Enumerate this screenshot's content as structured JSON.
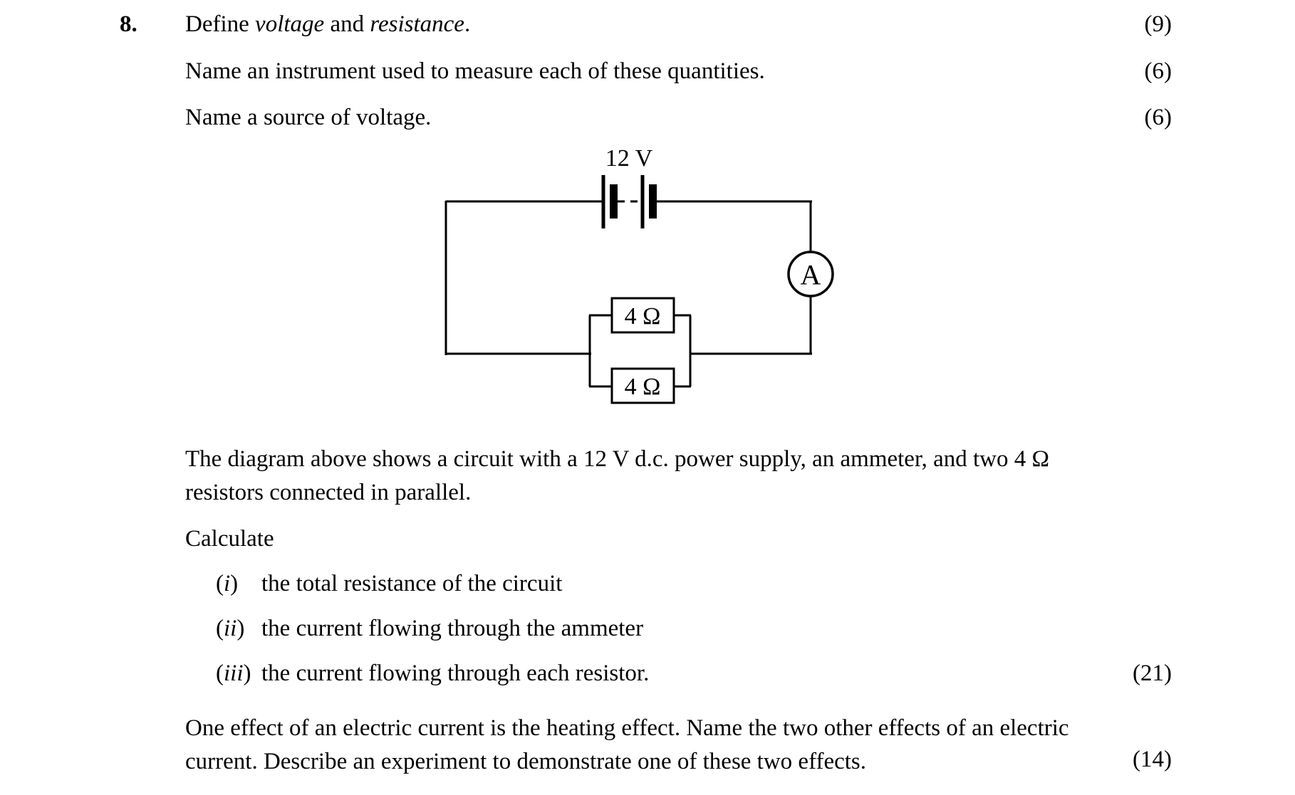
{
  "document": {
    "question_number": "8.",
    "prompts": {
      "p1": {
        "t1": "Define ",
        "i1": "voltage",
        "t2": " and ",
        "i2": "resistance",
        "t3": ".",
        "marks": "(9)"
      },
      "p2": {
        "text": "Name an instrument used to measure each of these quantities.",
        "marks": "(6)"
      },
      "p3": {
        "text": "Name a source of voltage.",
        "marks": "(6)"
      }
    },
    "circuit": {
      "supply_label": "12 V",
      "ammeter_label": "A",
      "resistor_top_label": "4 Ω",
      "resistor_bottom_label": "4 Ω"
    },
    "description": {
      "line1": "The diagram above shows a circuit with a 12 V d.c. power supply, an ammeter, and two 4 Ω",
      "line2": "resistors connected in parallel."
    },
    "calculate_heading": "Calculate",
    "items": [
      {
        "open": "(",
        "num": "i",
        "close": ")",
        "text": "the total resistance of the circuit"
      },
      {
        "open": "(",
        "num": "ii",
        "close": ")",
        "text": "the current flowing through the ammeter"
      },
      {
        "open": "(",
        "num": "iii",
        "close": ")",
        "text": "the current flowing through each resistor.",
        "marks": "(21)"
      }
    ],
    "closing": {
      "line1": "One effect of an electric current is the heating effect. Name the two other effects of an electric",
      "line2": "current. Describe an experiment to demonstrate one of these two effects.",
      "marks": "(14)"
    }
  }
}
